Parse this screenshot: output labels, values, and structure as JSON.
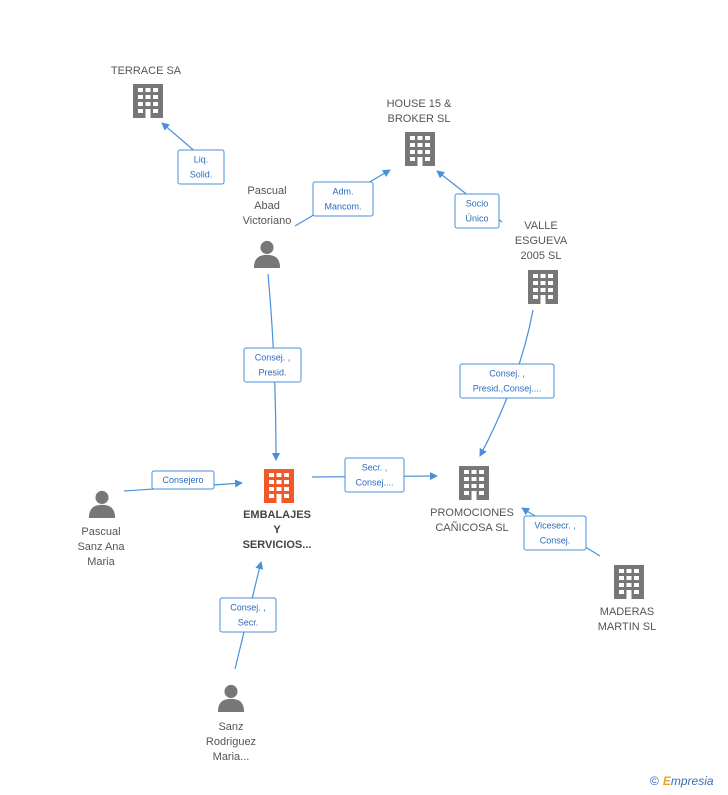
{
  "nodes": [
    {
      "id": "terrace",
      "type": "company",
      "label": [
        "TERRACE SA"
      ]
    },
    {
      "id": "house15",
      "type": "company",
      "label": [
        "HOUSE 15 &",
        "BROKER SL"
      ]
    },
    {
      "id": "pascual_abad",
      "type": "person",
      "label": [
        "Pascual",
        "Abad",
        "Victoriano"
      ]
    },
    {
      "id": "valle",
      "type": "company",
      "label": [
        "VALLE",
        "ESGUEVA",
        "2005 SL"
      ]
    },
    {
      "id": "embalajes",
      "type": "company-main",
      "label": [
        "EMBALAJES",
        "Y",
        "SERVICIOS..."
      ]
    },
    {
      "id": "promociones",
      "type": "company",
      "label": [
        "PROMOCIONES",
        "CAÑICOSA SL"
      ]
    },
    {
      "id": "pascual_sanz",
      "type": "person",
      "label": [
        "Pascual",
        "Sanz Ana",
        "Maria"
      ]
    },
    {
      "id": "maderas",
      "type": "company",
      "label": [
        "MADERAS",
        "MARTIN  SL"
      ]
    },
    {
      "id": "sanz_rodriguez",
      "type": "person",
      "label": [
        "Sanz",
        "Rodriguez",
        "Maria..."
      ]
    }
  ],
  "edges": [
    {
      "from": "pascual_abad",
      "to": "terrace",
      "label": [
        "Liq.",
        "Solid."
      ]
    },
    {
      "from": "pascual_abad",
      "to": "house15",
      "label": [
        "Adm.",
        "Mancom."
      ]
    },
    {
      "from": "valle",
      "to": "house15",
      "label": [
        "Socio",
        "Único"
      ]
    },
    {
      "from": "pascual_abad",
      "to": "embalajes",
      "label": [
        "Consej. ,",
        "Presid."
      ]
    },
    {
      "from": "valle",
      "to": "promociones",
      "label": [
        "Consej. ,",
        "Presid.,Consej...."
      ]
    },
    {
      "from": "pascual_sanz",
      "to": "embalajes",
      "label": [
        "Consejero"
      ]
    },
    {
      "from": "embalajes",
      "to": "promociones",
      "label": [
        "Secr. ,",
        "Consej...."
      ]
    },
    {
      "from": "maderas",
      "to": "promociones",
      "label": [
        "Vicesecr. ,",
        "Consej."
      ]
    },
    {
      "from": "sanz_rodriguez",
      "to": "embalajes",
      "label": [
        "Consej. ,",
        "Secr."
      ]
    }
  ],
  "colors": {
    "edge": "#4a90d9",
    "building": "#777777",
    "building_main": "#f05a28",
    "person": "#777777"
  },
  "watermark": {
    "copyright": "©",
    "brand_first": "E",
    "brand_rest": "mpresia"
  }
}
